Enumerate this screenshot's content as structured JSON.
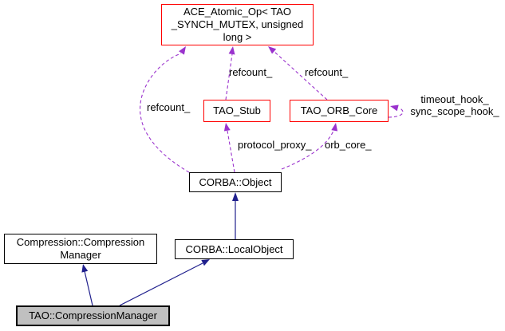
{
  "diagram": {
    "nodes": {
      "ace_atomic_op": {
        "label": "ACE_Atomic_Op< TAO\n_SYNCH_MUTEX, unsigned\nlong >"
      },
      "tao_stub": {
        "label": "TAO_Stub"
      },
      "tao_orb_core": {
        "label": "TAO_ORB_Core"
      },
      "corba_object": {
        "label": "CORBA::Object"
      },
      "compression_compression_manager": {
        "label": "Compression::Compression\nManager"
      },
      "corba_local_object": {
        "label": "CORBA::LocalObject"
      },
      "tao_compression_manager": {
        "label": "TAO::CompressionManager"
      }
    },
    "edge_labels": {
      "refcount_from_object": "refcount_",
      "refcount_from_stub": "refcount_",
      "refcount_from_orb_core": "refcount_",
      "protocol_proxy": "protocol_proxy_",
      "orb_core": "orb_core_",
      "orb_core_self": "timeout_hook_\nsync_scope_hook_"
    },
    "colors": {
      "usage_edge": "#9a32cd",
      "inheritance_edge": "#20208d",
      "red_node_border": "#ff0000",
      "node_border": "#000000",
      "node_fill": "#ffffff",
      "focus_node_fill": "#c0c0c0",
      "text": "#000000"
    }
  }
}
